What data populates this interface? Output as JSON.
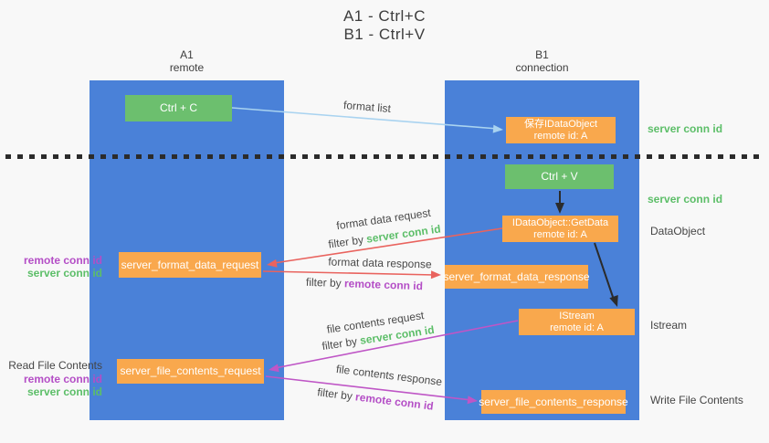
{
  "title": {
    "line1": "A1 - Ctrl+C",
    "line2": "B1 - Ctrl+V"
  },
  "lifelines": {
    "left": {
      "name": "A1",
      "sub": "remote"
    },
    "right": {
      "name": "B1",
      "sub": "connection"
    }
  },
  "nodes": {
    "ctrl_c": "Ctrl + C",
    "ctrl_v": "Ctrl + V",
    "save_idataobject": {
      "line1": "保存IDataObject",
      "line2": "remote id: A"
    },
    "getdata": {
      "line1": "IDataObject::GetData",
      "line2": "remote id: A"
    },
    "istream": {
      "line1": "IStream",
      "line2": "remote id: A"
    },
    "format_request": "server_format_data_request",
    "format_response": "server_format_data_response",
    "file_request": "server_file_contents_request",
    "file_response": "server_file_contents_response"
  },
  "arrow_labels": {
    "format_list": "format list",
    "format_data_request": "format data request",
    "format_data_response": "format data response",
    "file_contents_request": "file contents request",
    "file_contents_response": "file contents response",
    "filter_by": "filter by",
    "server_conn_id": "server conn id",
    "remote_conn_id": "remote conn id"
  },
  "side_labels": {
    "right_server_conn_id_1": "server conn id",
    "right_server_conn_id_2": "server conn id",
    "dataobject": "DataObject",
    "istream": "Istream",
    "write_file_contents": "Write File Contents",
    "read_file_contents": "Read File Contents",
    "left_remote_conn_id_1": "remote conn id",
    "left_server_conn_id_1": "server conn id",
    "left_remote_conn_id_2": "remote conn id",
    "left_server_conn_id_2": "server conn id"
  },
  "colors": {
    "background": "#f8f8f8",
    "lifeline_blue": "#4a81d8",
    "box_green": "#6cbf6e",
    "box_orange": "#f9a84d",
    "arrow_light_blue": "#a9d3f0",
    "arrow_red": "#e9635e",
    "arrow_magenta": "#bf56c6",
    "arrow_black": "#2b2b2b",
    "text_dark": "#4a4a4a",
    "text_green": "#5cbe68",
    "text_magenta": "#b44ec6"
  }
}
